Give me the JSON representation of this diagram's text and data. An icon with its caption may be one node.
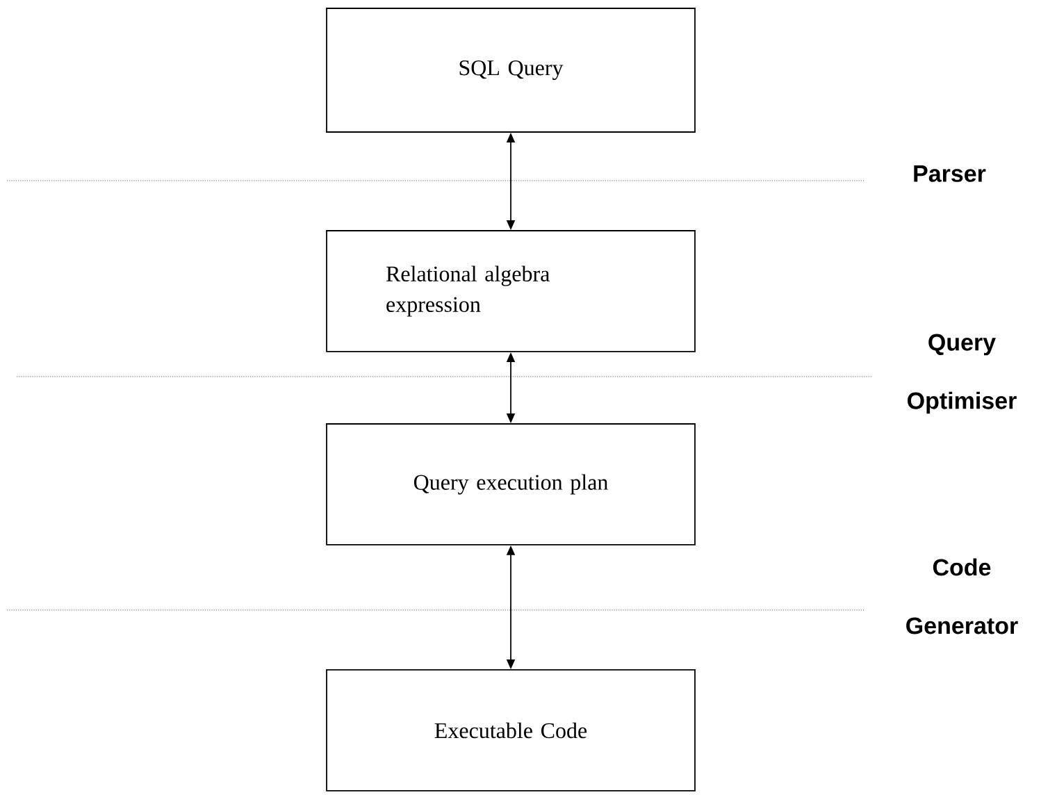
{
  "diagram": {
    "nodes": [
      {
        "text": [
          "SQL Query"
        ]
      },
      {
        "text": [
          "Relational algebra expression"
        ]
      },
      {
        "text": [
          "Query execution plan"
        ]
      },
      {
        "text": [
          "Executable Code"
        ]
      }
    ],
    "edges": [
      {
        "from": 0,
        "to": 1,
        "arrow": "both"
      },
      {
        "from": 1,
        "to": 2,
        "arrow": "both"
      },
      {
        "from": 2,
        "to": 3,
        "arrow": "both"
      }
    ],
    "labels": [
      "Parser",
      "Query Optimiser",
      "Code Generator"
    ]
  }
}
